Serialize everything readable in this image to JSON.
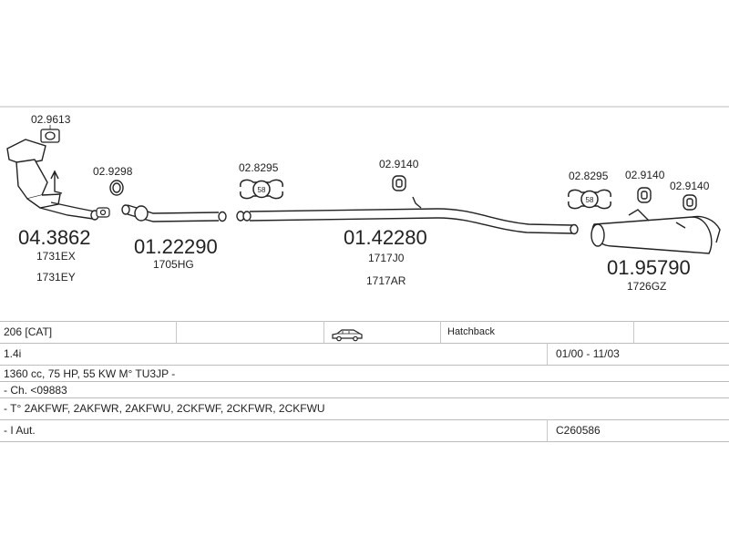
{
  "parts": [
    {
      "id": "part-043862",
      "number": "04.3862",
      "codes": [
        "1731EX",
        "1731EY"
      ]
    },
    {
      "id": "part-0122290",
      "number": "01.22290",
      "codes": [
        "1705HG"
      ]
    },
    {
      "id": "part-0142280",
      "number": "01.42280",
      "codes": [
        "1717J0",
        "1717AR"
      ]
    },
    {
      "id": "part-0195790",
      "number": "01.95790",
      "codes": [
        "1726GZ"
      ]
    }
  ],
  "accessories": [
    {
      "id": "acc-029613",
      "number": "02.9613"
    },
    {
      "id": "acc-029298",
      "number": "02.9298"
    },
    {
      "id": "acc-028295-a",
      "number": "02.8295"
    },
    {
      "id": "acc-029140-a",
      "number": "02.9140"
    },
    {
      "id": "acc-028295-b",
      "number": "02.8295"
    },
    {
      "id": "acc-029140-b",
      "number": "02.9140"
    },
    {
      "id": "acc-029140-c",
      "number": "02.9140"
    }
  ],
  "clamp_label": "58",
  "vehicle": {
    "model": "206 [CAT]",
    "body_type": "Hatchback",
    "engine": "1.4i",
    "period": "01/00 - 11/03",
    "spec": "1360 cc, 75 HP, 55 KW M° TU3JP -",
    "chassis": "- Ch. <09883",
    "type_codes": "- T° 2AKFWF, 2AKFWR, 2AKFWU, 2CKFWF, 2CKFWR, 2CKFWU",
    "transmission": "- I Aut.",
    "catalog_code": "C260586"
  }
}
